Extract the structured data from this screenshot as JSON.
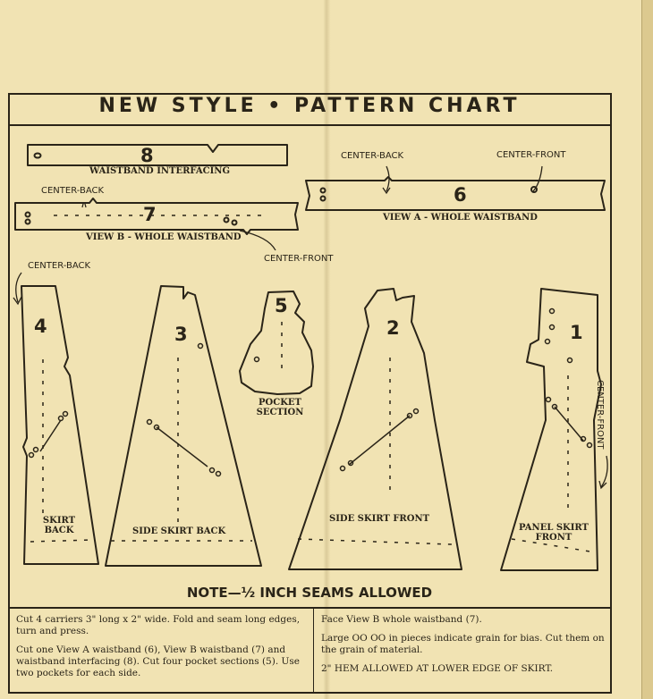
{
  "chart": {
    "title": "NEW STYLE • PATTERN CHART",
    "note": "NOTE—½ INCH SEAMS ALLOWED"
  },
  "pieces": [
    {
      "number": "8",
      "label": "WAISTBAND INTERFACING"
    },
    {
      "number": "7",
      "label": "VIEW B - WHOLE WAISTBAND"
    },
    {
      "number": "6",
      "label": "VIEW A - WHOLE WAISTBAND"
    },
    {
      "number": "5",
      "label_line1": "POCKET",
      "label_line2": "SECTION"
    },
    {
      "number": "4",
      "label_line1": "SKIRT",
      "label_line2": "BACK"
    },
    {
      "number": "3",
      "label": "SIDE SKIRT BACK"
    },
    {
      "number": "2",
      "label": "SIDE SKIRT FRONT"
    },
    {
      "number": "1",
      "label_line1": "PANEL SKIRT",
      "label_line2": "FRONT"
    }
  ],
  "markers": {
    "center_back": "CENTER-BACK",
    "center_front": "CENTER-FRONT"
  },
  "instructions": {
    "left": [
      "Cut 4 carriers 3\" long x 2\" wide. Fold and seam long edges, turn and press.",
      "Cut one View A waistband (6), View B waistband (7) and waistband interfacing (8). Cut four pocket sections (5). Use two pockets for each side."
    ],
    "right": [
      "Face View B whole waistband (7).",
      "Large OO OO in pieces indicate grain for bias. Cut them on the grain of material.",
      "2\" HEM ALLOWED AT LOWER EDGE OF SKIRT."
    ]
  }
}
